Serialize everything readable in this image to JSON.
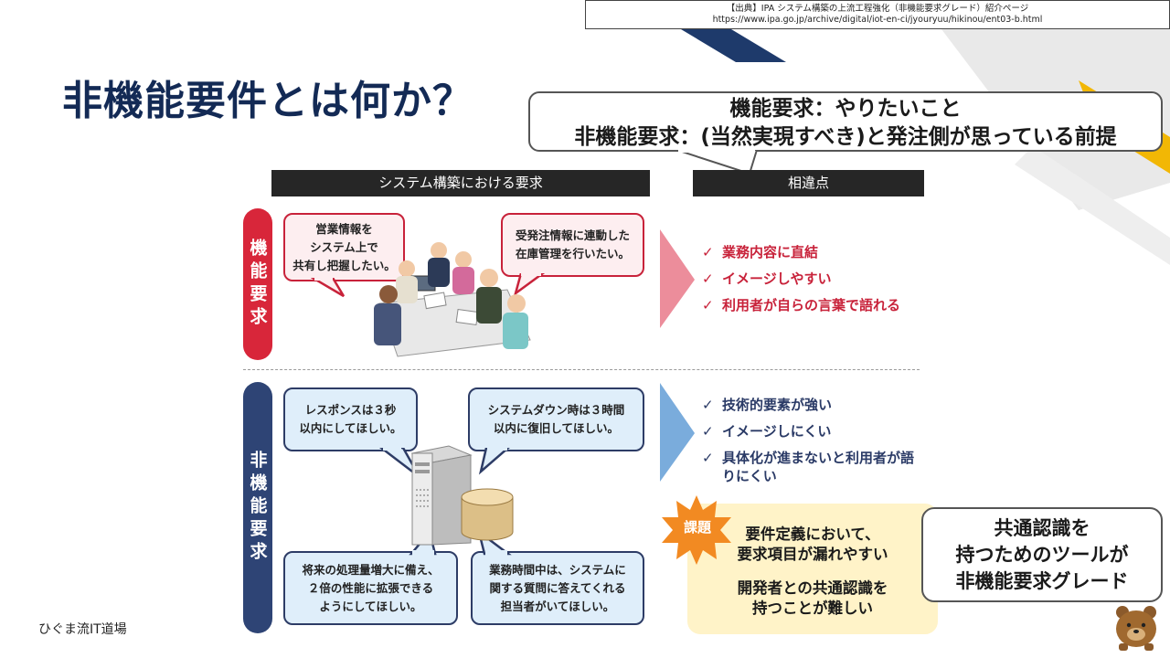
{
  "source": {
    "line1": "【出典】IPA システム構築の上流工程強化（非機能要求グレード）紹介ページ",
    "line2": "https://www.ipa.go.jp/archive/digital/iot-en-ci/jyouryuu/hikinou/ent03-b.html"
  },
  "title": "非機能要件とは何か？",
  "callout": {
    "line1": "機能要求：やりたいこと",
    "line2": "非機能要求：(当然実現すべき)と発注側が思っている前提"
  },
  "headers": {
    "requirements": "システム構築における要求",
    "differences": "相違点"
  },
  "functional": {
    "label": "機能要求",
    "bubbles": [
      "営業情報を\nシステム上で\n共有し把握したい。",
      "受発注情報に連動した\n在庫管理を行いたい。"
    ],
    "points": [
      "業務内容に直結",
      "イメージしやすい",
      "利用者が自らの言葉で語れる"
    ]
  },
  "nonfunctional": {
    "label": "非機能要求",
    "bubbles": [
      "レスポンスは３秒\n以内にしてほしい。",
      "システムダウン時は３時間\n以内に復旧してほしい。",
      "将来の処理量増大に備え、\n２倍の性能に拡張できる\nようにしてほしい。",
      "業務時間中は、システムに\n関する質問に答えてくれる\n担当者がいてほしい。"
    ],
    "points": [
      "技術的要素が強い",
      "イメージしにくい",
      "具体化が進まないと利用者が語りにくい"
    ]
  },
  "issue": {
    "badge": "課題",
    "text1a": "要件定義において、",
    "text1b": "要求項目が漏れやすい",
    "text2a": "開発者との共通認識を",
    "text2b": "持つことが難しい"
  },
  "tool": {
    "line1": "共通認識を",
    "line2": "持つためのツールが",
    "line3": "非機能要求グレード"
  },
  "footer": "ひぐま流IT道場",
  "colors": {
    "navy": "#132a55",
    "red": "#c8223a",
    "accentYellow": "#f2b705"
  }
}
